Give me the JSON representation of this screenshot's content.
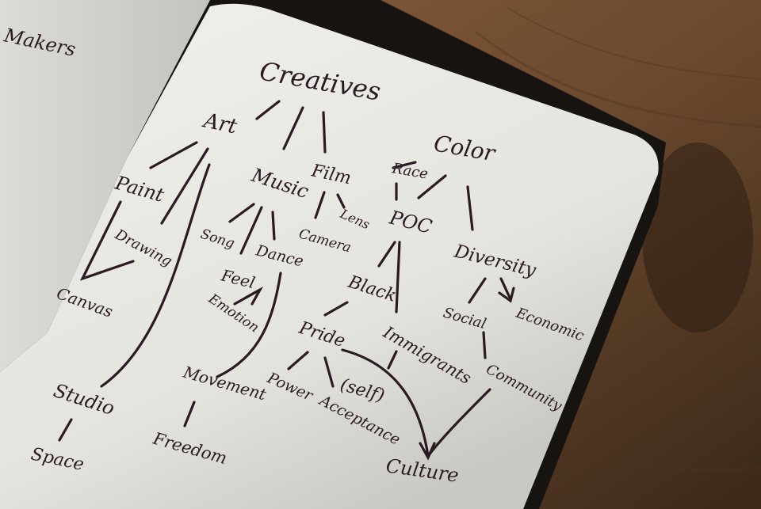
{
  "colors": {
    "table": "#6b4a2f",
    "page": "#e9e9e4",
    "ink": "#2b1a22"
  },
  "left_page": {
    "fragment": "Makers"
  },
  "mind_map": {
    "root": "Creatives",
    "words": {
      "art": "Art",
      "paint": "Paint",
      "drawing": "Drawing",
      "canvas": "Canvas",
      "studio": "Studio",
      "space": "Space",
      "music": "Music",
      "song": "Song",
      "dance": "Dance",
      "feel": "Feel",
      "emotion": "Emotion",
      "movement": "Movement",
      "freedom": "Freedom",
      "film": "Film",
      "lens": "Lens",
      "camera": "Camera",
      "color": "Color",
      "race": "Race",
      "poc": "POC",
      "diversity": "Diversity",
      "black": "Black",
      "social": "Social",
      "economic": "Economic",
      "pride": "Pride",
      "immigrants": "Immigrants",
      "community": "Community",
      "power": "Power",
      "self": "(self)",
      "acceptance": "Acceptance",
      "culture": "Culture"
    }
  }
}
